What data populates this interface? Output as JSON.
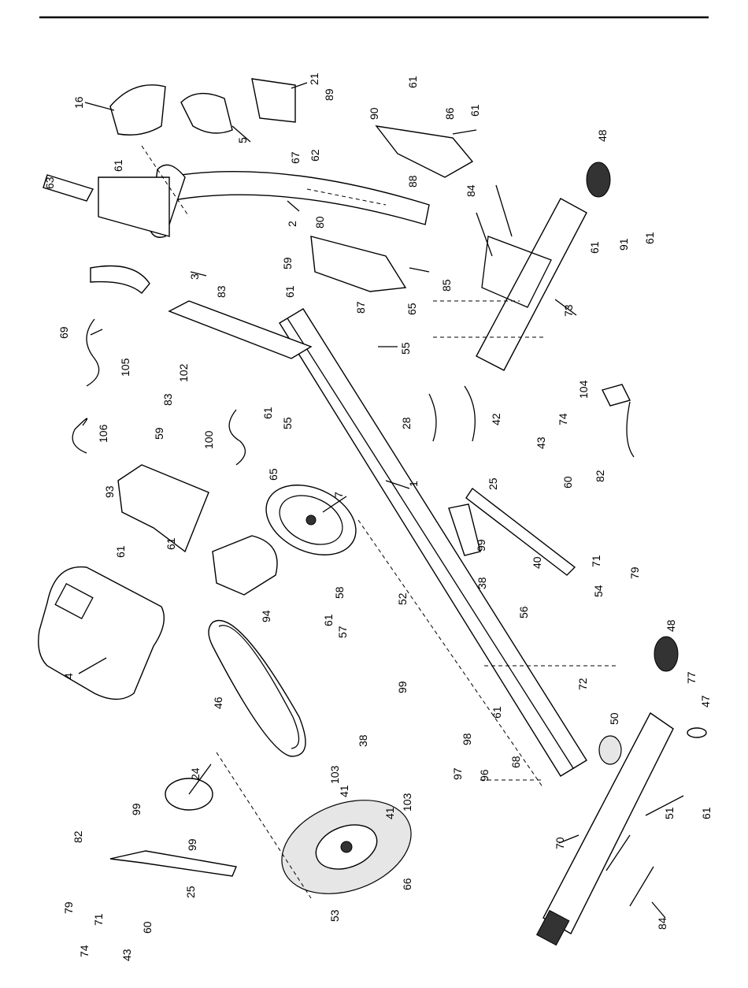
{
  "callouts": [
    {
      "id": "c1",
      "text": "1"
    },
    {
      "id": "c2",
      "text": "2"
    },
    {
      "id": "c3",
      "text": "3"
    },
    {
      "id": "c4",
      "text": "4"
    },
    {
      "id": "c5",
      "text": "5"
    },
    {
      "id": "c7",
      "text": "7"
    },
    {
      "id": "c16",
      "text": "16"
    },
    {
      "id": "c21",
      "text": "21"
    },
    {
      "id": "c24",
      "text": "24"
    },
    {
      "id": "c25a",
      "text": "25"
    },
    {
      "id": "c25b",
      "text": "25"
    },
    {
      "id": "c28",
      "text": "28"
    },
    {
      "id": "c38a",
      "text": "38"
    },
    {
      "id": "c38b",
      "text": "38"
    },
    {
      "id": "c40",
      "text": "40"
    },
    {
      "id": "c41a",
      "text": "41"
    },
    {
      "id": "c41b",
      "text": "41"
    },
    {
      "id": "c42",
      "text": "42"
    },
    {
      "id": "c43a",
      "text": "43"
    },
    {
      "id": "c43b",
      "text": "43"
    },
    {
      "id": "c46",
      "text": "46"
    },
    {
      "id": "c47",
      "text": "47"
    },
    {
      "id": "c48a",
      "text": "48"
    },
    {
      "id": "c48b",
      "text": "48"
    },
    {
      "id": "c50",
      "text": "50"
    },
    {
      "id": "c51",
      "text": "51"
    },
    {
      "id": "c52",
      "text": "52"
    },
    {
      "id": "c53",
      "text": "53"
    },
    {
      "id": "c54",
      "text": "54"
    },
    {
      "id": "c55a",
      "text": "55"
    },
    {
      "id": "c55b",
      "text": "55"
    },
    {
      "id": "c56",
      "text": "56"
    },
    {
      "id": "c57",
      "text": "57"
    },
    {
      "id": "c58",
      "text": "58"
    },
    {
      "id": "c59a",
      "text": "59"
    },
    {
      "id": "c59b",
      "text": "59"
    },
    {
      "id": "c60a",
      "text": "60"
    },
    {
      "id": "c60b",
      "text": "60"
    },
    {
      "id": "c61a",
      "text": "61"
    },
    {
      "id": "c61b",
      "text": "61"
    },
    {
      "id": "c61c",
      "text": "61"
    },
    {
      "id": "c61d",
      "text": "61"
    },
    {
      "id": "c61e",
      "text": "61"
    },
    {
      "id": "c61f",
      "text": "61"
    },
    {
      "id": "c61g",
      "text": "61"
    },
    {
      "id": "c61h",
      "text": "61"
    },
    {
      "id": "c61i",
      "text": "61"
    },
    {
      "id": "c61j",
      "text": "61"
    },
    {
      "id": "c61k",
      "text": "61"
    },
    {
      "id": "c61l",
      "text": "61"
    },
    {
      "id": "c62",
      "text": "62"
    },
    {
      "id": "c63",
      "text": "63"
    },
    {
      "id": "c65a",
      "text": "65"
    },
    {
      "id": "c65b",
      "text": "65"
    },
    {
      "id": "c66",
      "text": "66"
    },
    {
      "id": "c67",
      "text": "67"
    },
    {
      "id": "c68",
      "text": "68"
    },
    {
      "id": "c69",
      "text": "69"
    },
    {
      "id": "c70",
      "text": "70"
    },
    {
      "id": "c71a",
      "text": "71"
    },
    {
      "id": "c71b",
      "text": "71"
    },
    {
      "id": "c72",
      "text": "72"
    },
    {
      "id": "c73",
      "text": "73"
    },
    {
      "id": "c74a",
      "text": "74"
    },
    {
      "id": "c74b",
      "text": "74"
    },
    {
      "id": "c77",
      "text": "77"
    },
    {
      "id": "c79a",
      "text": "79"
    },
    {
      "id": "c79b",
      "text": "79"
    },
    {
      "id": "c80",
      "text": "80"
    },
    {
      "id": "c82a",
      "text": "82"
    },
    {
      "id": "c82b",
      "text": "82"
    },
    {
      "id": "c83a",
      "text": "83"
    },
    {
      "id": "c83b",
      "text": "83"
    },
    {
      "id": "c84a",
      "text": "84"
    },
    {
      "id": "c84b",
      "text": "84"
    },
    {
      "id": "c85",
      "text": "85"
    },
    {
      "id": "c86",
      "text": "86"
    },
    {
      "id": "c87",
      "text": "87"
    },
    {
      "id": "c88",
      "text": "88"
    },
    {
      "id": "c89",
      "text": "89"
    },
    {
      "id": "c90",
      "text": "90"
    },
    {
      "id": "c91",
      "text": "91"
    },
    {
      "id": "c93",
      "text": "93"
    },
    {
      "id": "c94",
      "text": "94"
    },
    {
      "id": "c96",
      "text": "96"
    },
    {
      "id": "c97",
      "text": "97"
    },
    {
      "id": "c98",
      "text": "98"
    },
    {
      "id": "c99a",
      "text": "99"
    },
    {
      "id": "c99b",
      "text": "99"
    },
    {
      "id": "c99c",
      "text": "99"
    },
    {
      "id": "c99d",
      "text": "99"
    },
    {
      "id": "c100",
      "text": "100"
    },
    {
      "id": "c102",
      "text": "102"
    },
    {
      "id": "c103a",
      "text": "103"
    },
    {
      "id": "c103b",
      "text": "103"
    },
    {
      "id": "c104",
      "text": "104"
    },
    {
      "id": "c105",
      "text": "105"
    },
    {
      "id": "c106",
      "text": "106"
    }
  ]
}
